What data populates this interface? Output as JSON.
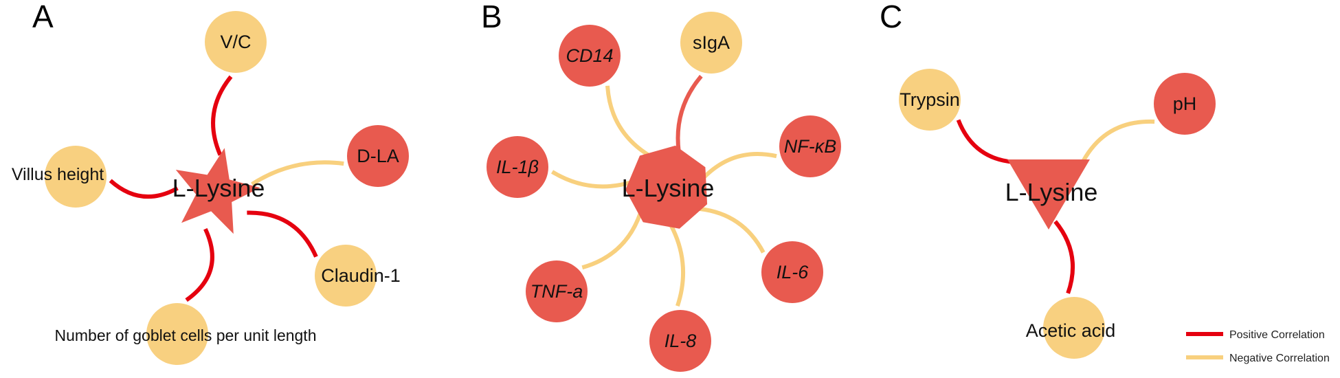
{
  "colors": {
    "positive_edge": "#e5000f",
    "negative_edge": "#f8d07e",
    "hub_fill": "#e85a4f",
    "node_red": "#e85a4f",
    "node_orange": "#f8d080",
    "soft_positive_edge": "#e85a4f"
  },
  "panels": [
    {
      "letter": "A",
      "hub": {
        "label": "L-Lysine",
        "shape": "star"
      },
      "nodes": [
        {
          "label": "V/C",
          "fill": "orange",
          "correlation": "positive",
          "italic": false
        },
        {
          "label": "Villus height",
          "fill": "orange",
          "correlation": "positive",
          "italic": false
        },
        {
          "label": "D-LA",
          "fill": "red",
          "correlation": "negative",
          "italic": false
        },
        {
          "label": "Claudin-1",
          "fill": "orange",
          "correlation": "positive",
          "italic": false
        },
        {
          "label": "Number of goblet cells per unit length",
          "fill": "orange",
          "correlation": "positive",
          "italic": false
        }
      ]
    },
    {
      "letter": "B",
      "hub": {
        "label": "L-Lysine",
        "shape": "heptagon"
      },
      "nodes": [
        {
          "label": "CD14",
          "fill": "red",
          "correlation": "negative",
          "italic": true
        },
        {
          "label": "sIgA",
          "fill": "orange",
          "correlation": "positive",
          "italic": false
        },
        {
          "label": "NF-κB",
          "fill": "red",
          "correlation": "negative",
          "italic": true
        },
        {
          "label": "IL-1β",
          "fill": "red",
          "correlation": "negative",
          "italic": true
        },
        {
          "label": "IL-6",
          "fill": "red",
          "correlation": "negative",
          "italic": true
        },
        {
          "label": "IL-8",
          "fill": "red",
          "correlation": "negative",
          "italic": true
        },
        {
          "label": "TNF-a",
          "fill": "red",
          "correlation": "negative",
          "italic": true
        }
      ]
    },
    {
      "letter": "C",
      "hub": {
        "label": "L-Lysine",
        "shape": "triangle-down"
      },
      "nodes": [
        {
          "label": "Trypsin",
          "fill": "orange",
          "correlation": "positive",
          "italic": false
        },
        {
          "label": "pH",
          "fill": "red",
          "correlation": "negative",
          "italic": false
        },
        {
          "label": "Acetic acid",
          "fill": "orange",
          "correlation": "positive",
          "italic": false
        }
      ]
    }
  ],
  "legend": [
    {
      "label": "Positive Correlation",
      "correlation": "positive"
    },
    {
      "label": "Negative Correlation",
      "correlation": "negative"
    }
  ]
}
